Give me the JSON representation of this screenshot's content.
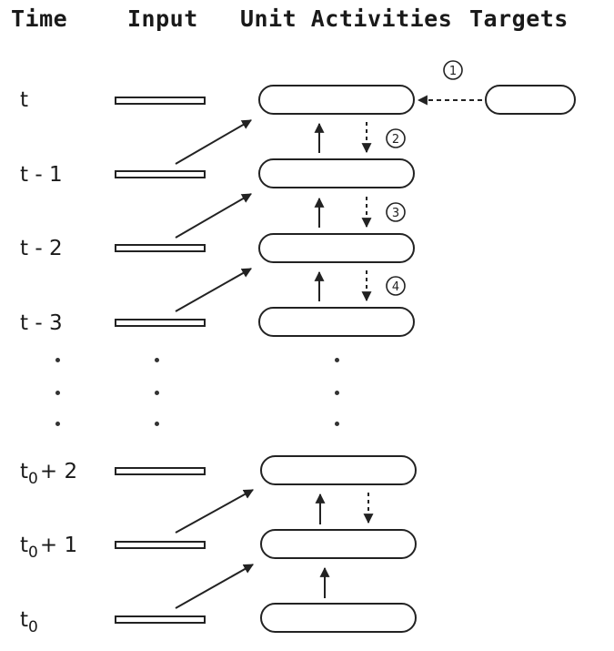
{
  "headers": {
    "time": "Time",
    "input": "Input",
    "units": "Unit Activities",
    "targets": "Targets"
  },
  "time_labels": {
    "t": "t",
    "t_minus_1": "t - 1",
    "t_minus_2": "t - 2",
    "t_minus_3": "t - 3",
    "t0_plus_2": {
      "base": "t",
      "sub": "0",
      "rest": "+ 2"
    },
    "t0_plus_1": {
      "base": "t",
      "sub": "0",
      "rest": "+ 1"
    },
    "t0": {
      "base": "t",
      "sub": "0"
    }
  },
  "markers": [
    "1",
    "2",
    "3",
    "4"
  ]
}
